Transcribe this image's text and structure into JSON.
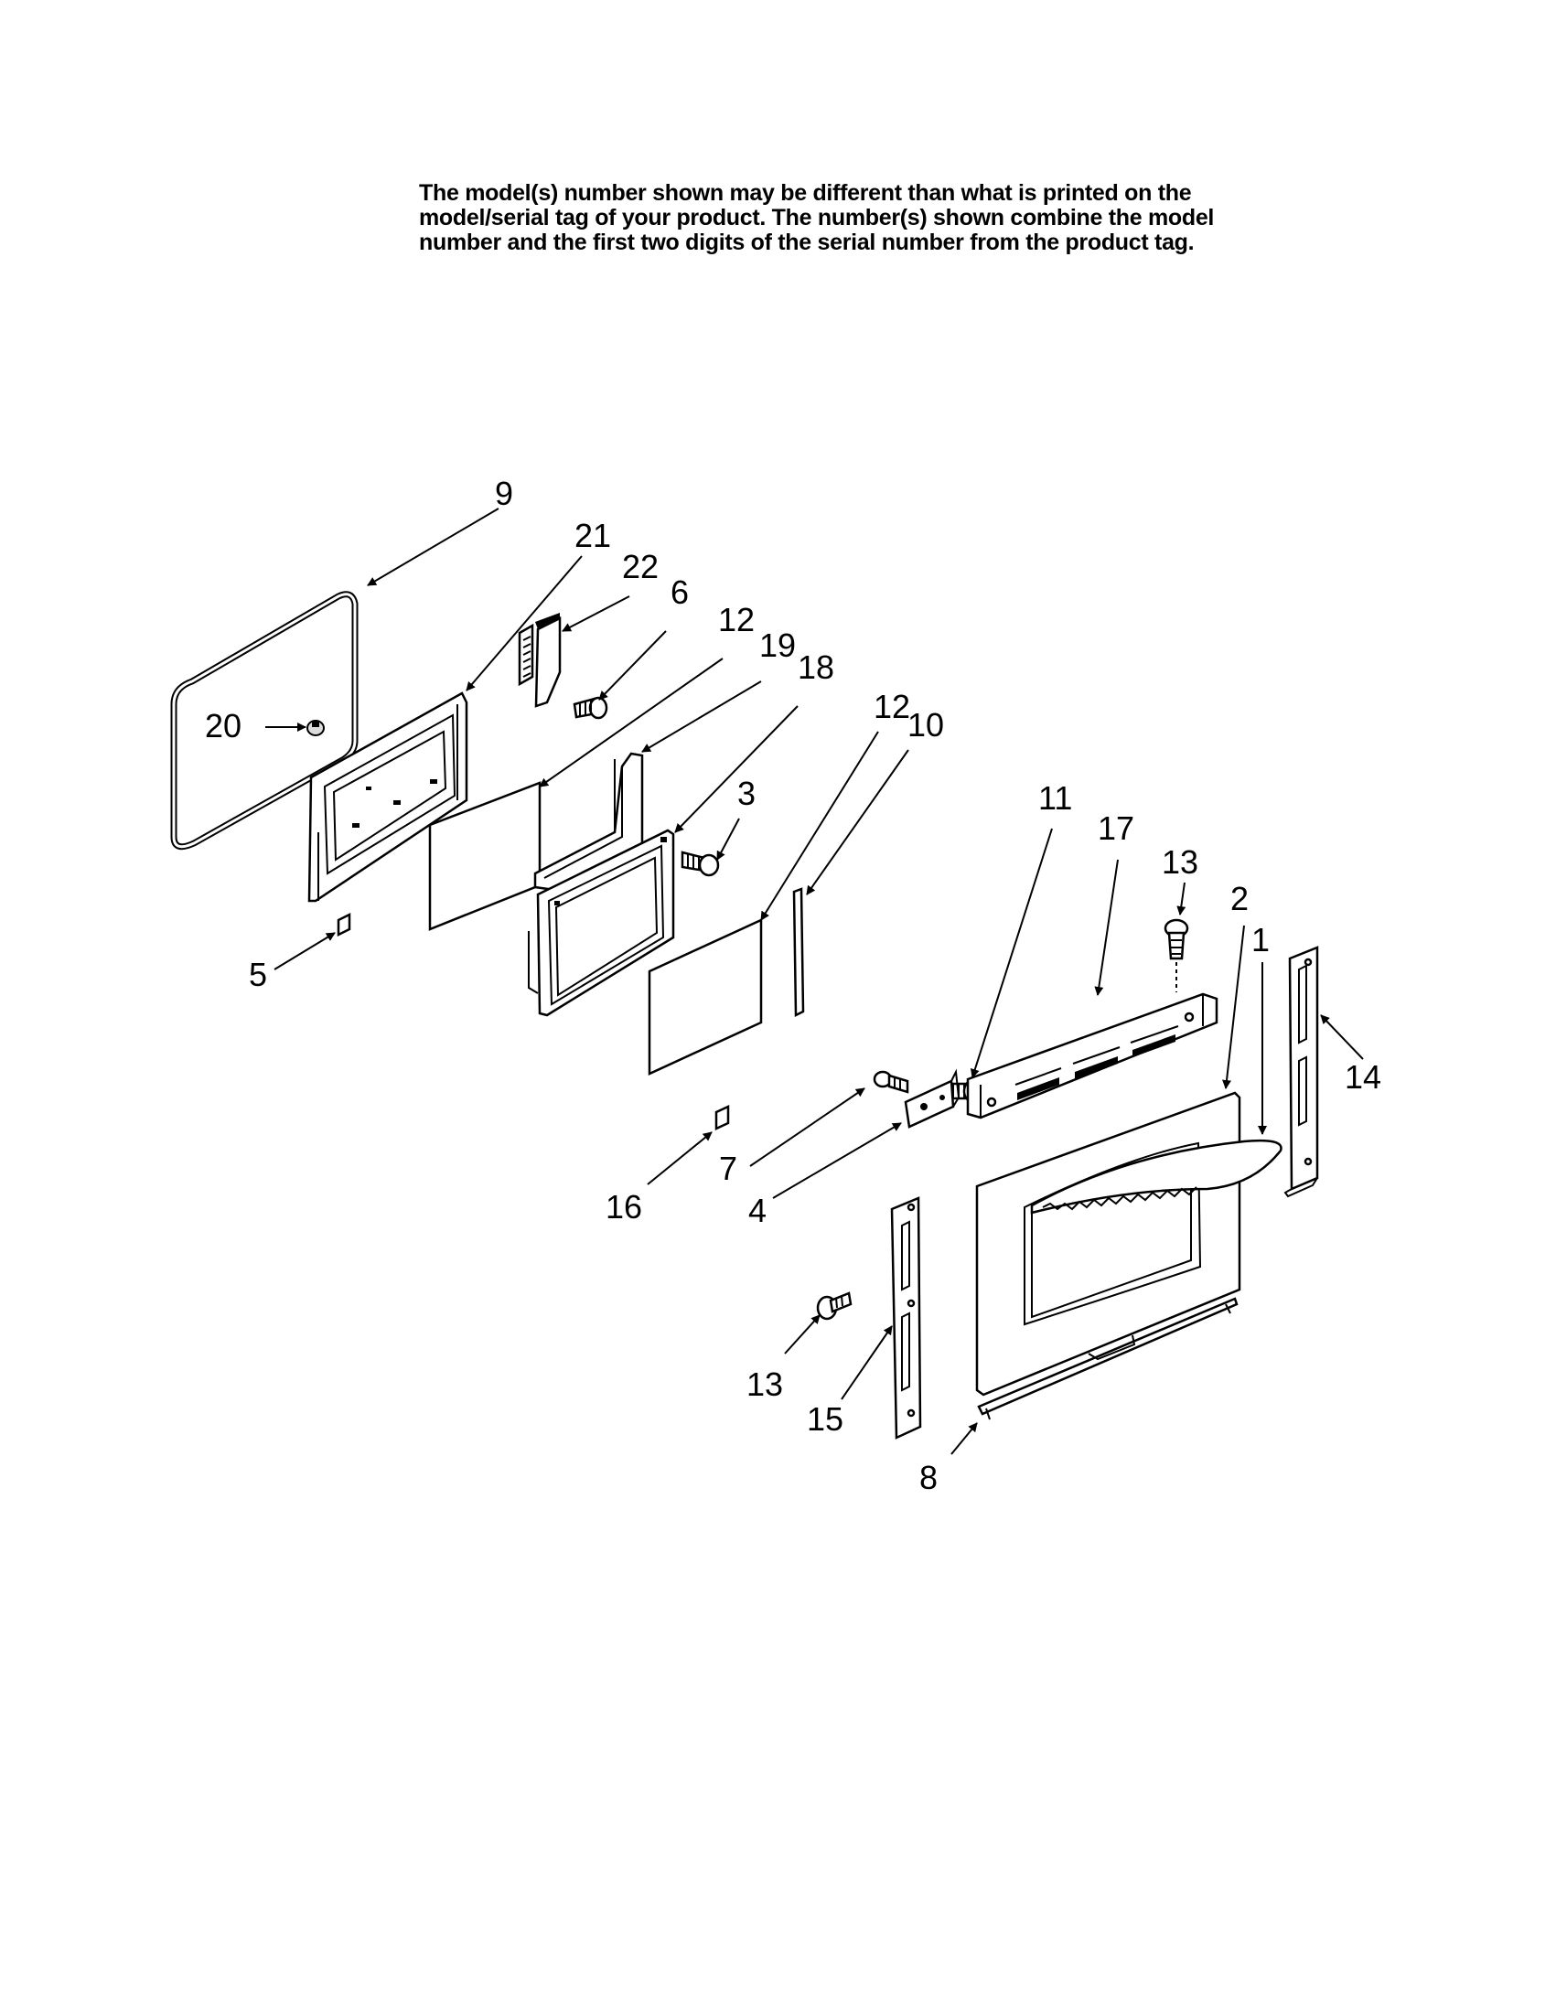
{
  "notice": {
    "lines": [
      "The model(s) number shown may be different than what is printed on the",
      "model/serial tag of your product. The number(s) shown combine the model",
      "number and the first two digits of the serial number from the product tag."
    ]
  },
  "callouts": {
    "c1": "1",
    "c2": "2",
    "c3": "3",
    "c4": "4",
    "c5": "5",
    "c6": "6",
    "c7": "7",
    "c8": "8",
    "c9": "9",
    "c10": "10",
    "c11": "11",
    "c12a": "12",
    "c12b": "12",
    "c13a": "13",
    "c13b": "13",
    "c14": "14",
    "c15": "15",
    "c16": "16",
    "c17": "17",
    "c18": "18",
    "c19": "19",
    "c20": "20",
    "c21": "21",
    "c22": "22"
  }
}
